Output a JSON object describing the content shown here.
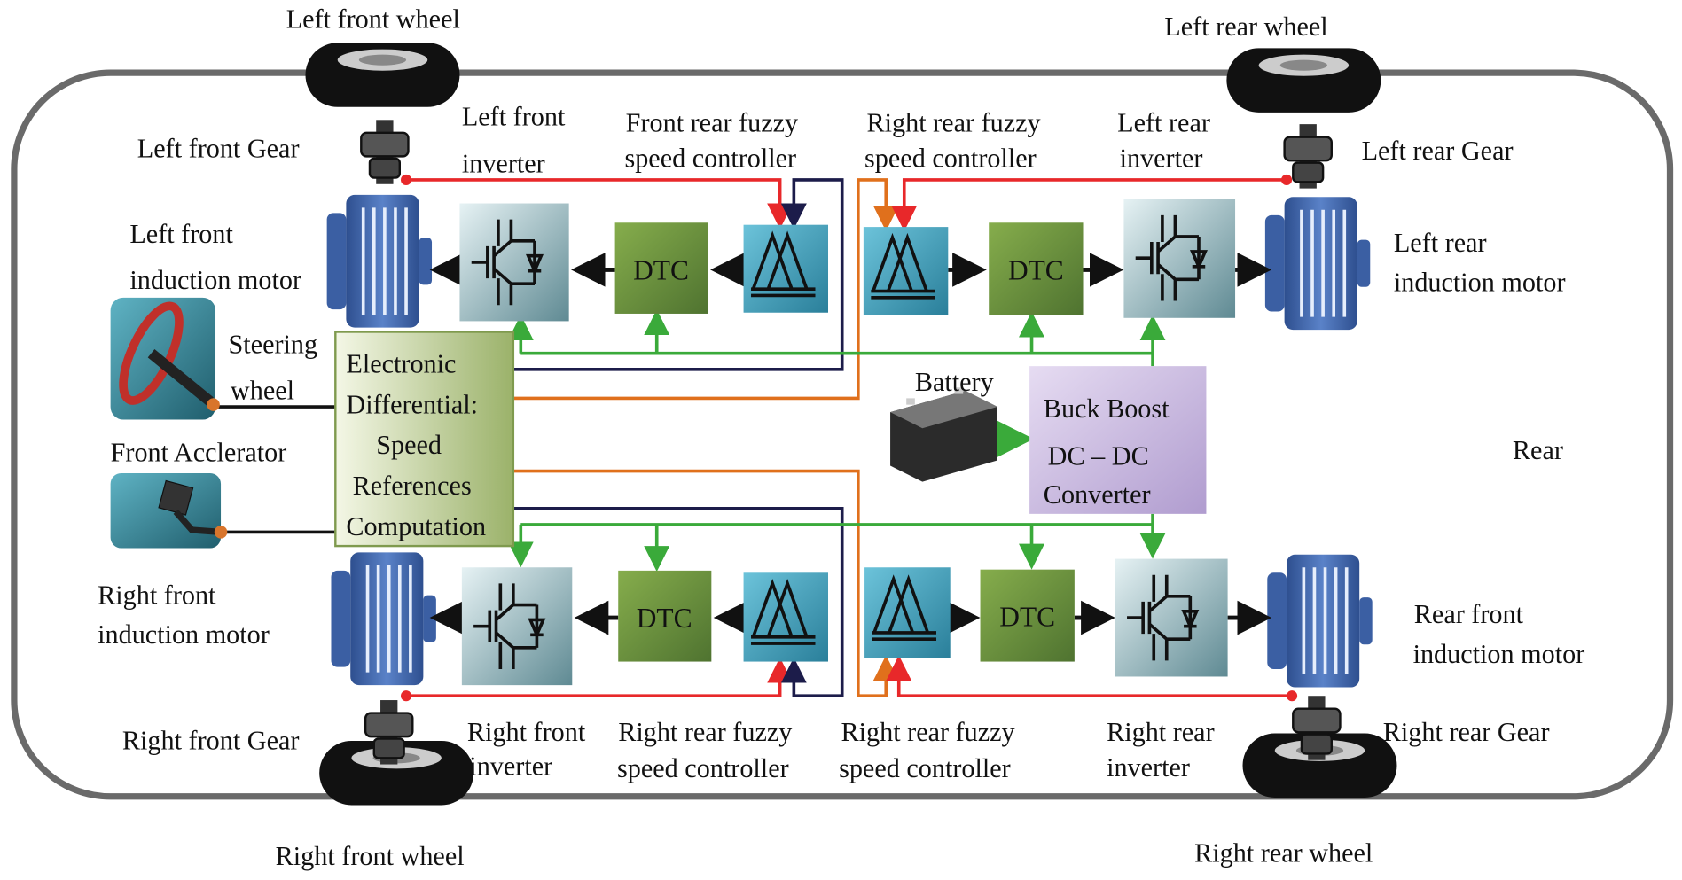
{
  "labels": {
    "left_front_wheel": "Left front wheel",
    "left_rear_wheel": "Left rear  wheel",
    "right_front_wheel": "Right front wheel",
    "right_rear_wheel": "Right  rear wheel",
    "left_front_gear": "Left front Gear",
    "left_rear_gear": "Left  rear Gear",
    "right_front_gear": "Right  front Gear",
    "right_rear_gear": "Right rear Gear",
    "left_front_inverter": [
      "Left  front",
      "inverter"
    ],
    "left_rear_inverter": [
      "Left rear",
      "inverter"
    ],
    "right_front_inverter": [
      "Right front",
      "inverter"
    ],
    "right_rear_inverter": [
      "Right  rear",
      "inverter"
    ],
    "front_rear_fuzzy_top": [
      "Front  rear  fuzzy",
      "speed controller"
    ],
    "right_rear_fuzzy_top": [
      "Right rear fuzzy",
      "speed controller"
    ],
    "right_rear_fuzzy_bottom_left": [
      "Right rear fuzzy",
      "speed controller"
    ],
    "right_rear_fuzzy_bottom_right": [
      "Right  rear fuzzy",
      "speed controller"
    ],
    "left_front_motor": [
      "Left  front",
      "induction motor"
    ],
    "left_rear_motor": [
      "Left  rear",
      "induction motor"
    ],
    "right_front_motor": [
      "Right  front",
      "induction  motor"
    ],
    "rear_front_motor": [
      "Rear  front",
      "induction  motor"
    ],
    "steering_wheel": [
      "Steering",
      "wheel"
    ],
    "front_accelerator": "Front  Acclerator",
    "electronic_differential": [
      "Electronic",
      "Differential:",
      "Speed",
      "References",
      "Computation"
    ],
    "battery": "Battery",
    "buck_boost": [
      "Buck Boost",
      "DC – DC",
      "Converter"
    ],
    "rear": "Rear",
    "dtc": "DTC"
  },
  "colors": {
    "speed_feedback": "#e8282a",
    "reference_signal": "#1c1c4a",
    "steering_signal": "#e0701c",
    "power_bus": "#3aaa3a",
    "dtc_block": "#6f9a3c",
    "fuzzy_block": "#3ea3c0",
    "converter_block": "#c9b8e0"
  }
}
